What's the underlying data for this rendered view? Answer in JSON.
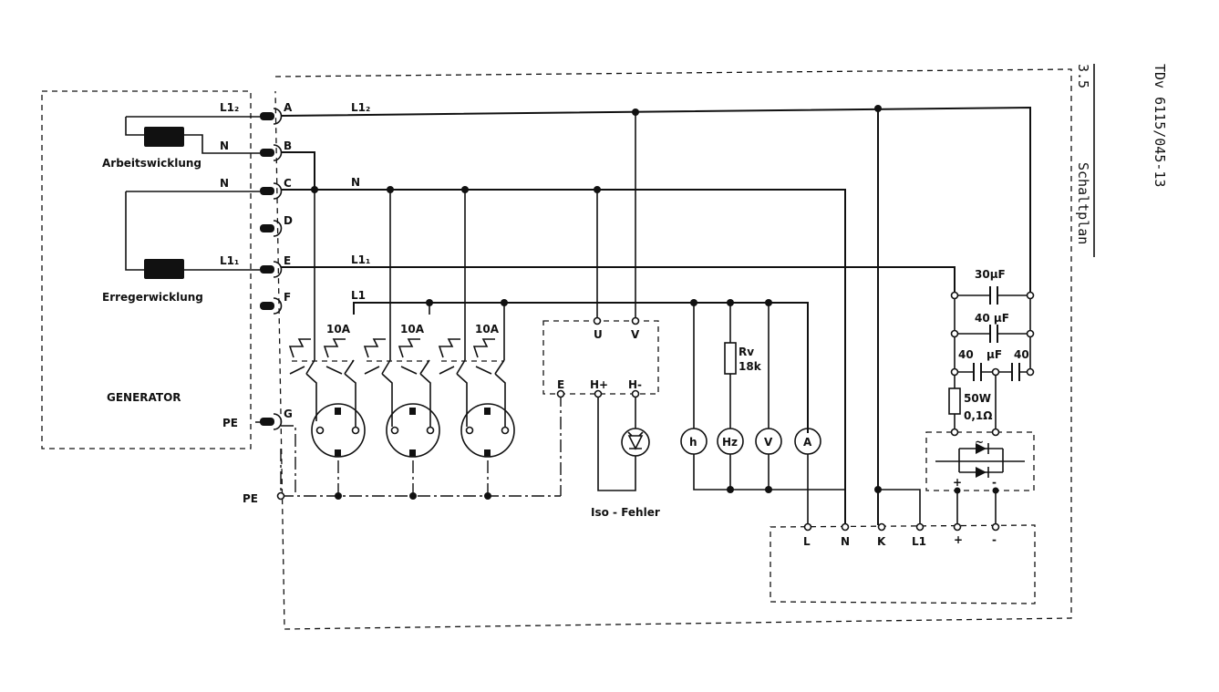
{
  "side_labels": {
    "section": "3.5",
    "title": "Schaltplan",
    "doc_id": "TDv 6115/045-13"
  },
  "generator": {
    "title": "GENERATOR",
    "winding_work": "Arbeitswicklung",
    "winding_exciter": "Erregerwicklung",
    "pe": "PE",
    "lines": {
      "l12": "L1₂",
      "n1": "N",
      "n2": "N",
      "l11": "L1₁"
    }
  },
  "terminals": [
    "A",
    "B",
    "C",
    "D",
    "E",
    "F",
    "G"
  ],
  "bus": {
    "l12": "L1₂",
    "n": "N",
    "l11": "L1₁",
    "l1": "L1",
    "pe": "PE"
  },
  "breakers": [
    "10A",
    "10A",
    "10A"
  ],
  "iso_monitor": {
    "terminals": [
      "U",
      "V",
      "E",
      "H+",
      "H-"
    ],
    "fault_label": "Iso - Fehler"
  },
  "resistor": {
    "name": "Rv",
    "value": "18k"
  },
  "meters": [
    "h",
    "Hz",
    "V",
    "A"
  ],
  "capacitors": {
    "c1": "30µF",
    "c2": "40 µF",
    "c3a": "40",
    "c3b": "µF",
    "c3c": "40"
  },
  "load_resistor": {
    "power": "50W",
    "value": "0,1Ω"
  },
  "rectifier": {
    "ac": "~",
    "plus": "+",
    "minus": "-"
  },
  "controller_terminals": [
    "L",
    "N",
    "K",
    "L1",
    "+",
    "-"
  ]
}
